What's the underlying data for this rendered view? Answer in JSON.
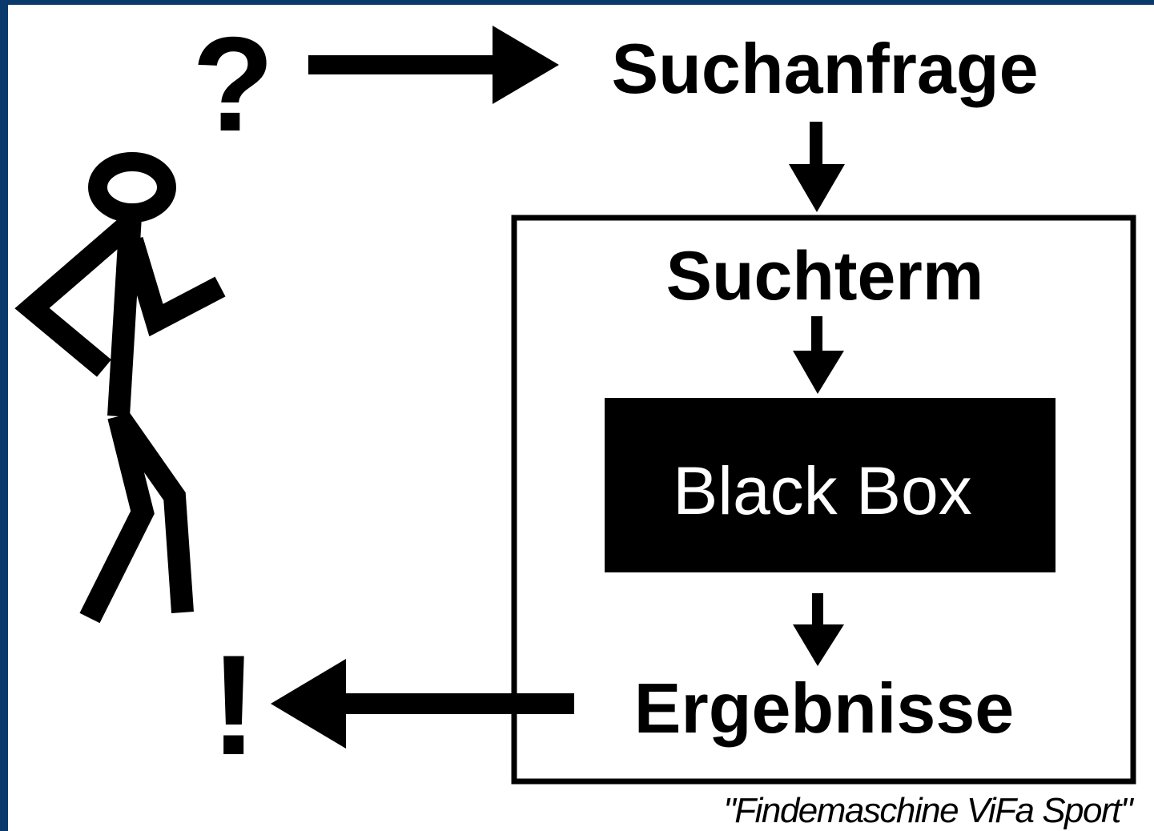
{
  "symbols": {
    "question_mark": "?",
    "exclamation_mark": "!"
  },
  "labels": {
    "query": "Suchanfrage",
    "search_term": "Suchterm",
    "black_box": "Black Box",
    "results": "Ergebnisse"
  },
  "caption": "\"Findemaschine ViFa Sport\"",
  "icons": [
    "stick-figure-icon",
    "arrow-right-icon",
    "arrow-down-icon",
    "arrow-left-icon"
  ],
  "colors": {
    "frame": "#0a3a6b",
    "background": "#ffffff",
    "ink": "#000000",
    "box_text": "#ffffff"
  }
}
